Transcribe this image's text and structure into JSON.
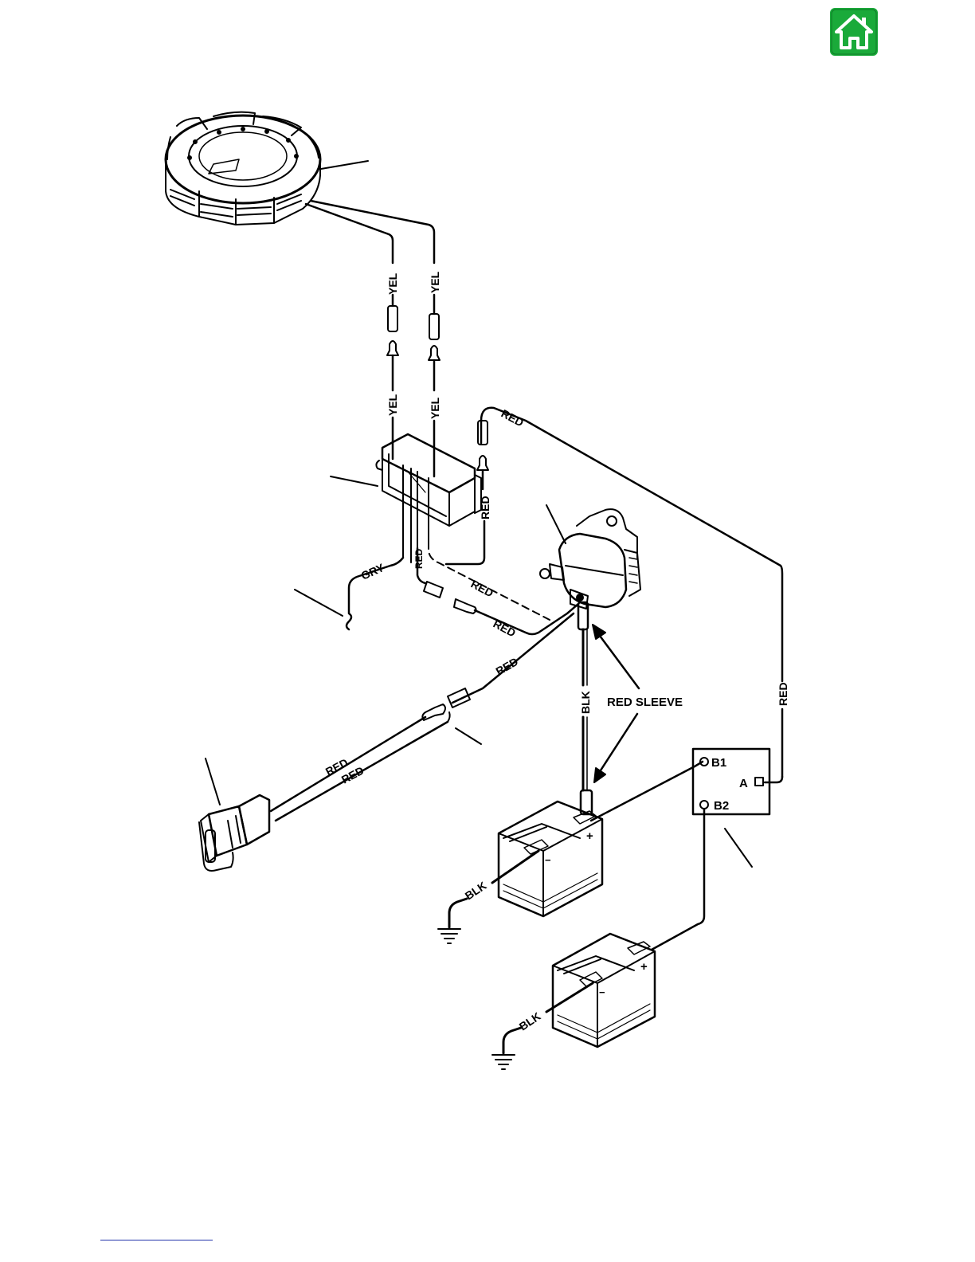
{
  "toolbar": {
    "home_icon": "home-icon",
    "home_color": "#1aaa3a"
  },
  "labels": {
    "yel": "YEL",
    "red": "RED",
    "gry": "GRY",
    "blk": "BLK",
    "red_sleeve": "RED SLEEVE"
  },
  "isolator_terminals": {
    "b1": "B1",
    "b2": "B2",
    "a": "A"
  },
  "battery_polarity": {
    "positive": "+",
    "negative": "−"
  },
  "colors": {
    "line": "#000000",
    "link": "#2233aa"
  }
}
